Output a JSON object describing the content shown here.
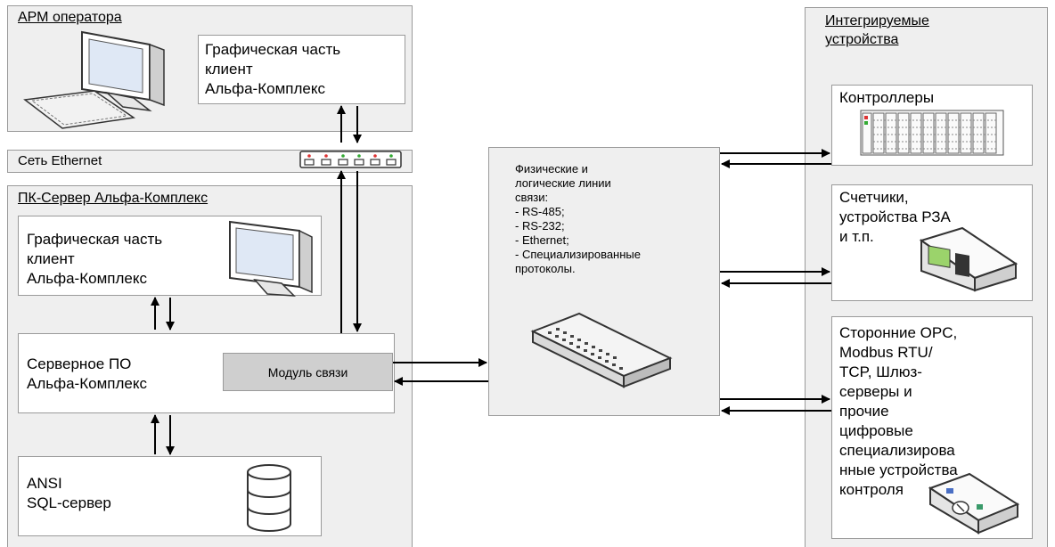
{
  "arm": {
    "title": "АРМ оператора",
    "client_box": "Графическая часть\nклиент\nАльфа-Комплекс"
  },
  "ethernet": {
    "label": "Сеть Ethernet"
  },
  "server": {
    "title": "ПК-Сервер Альфа-Комплекс",
    "client_box": "Графическая часть\nклиент\nАльфа-Комплекс",
    "server_box": "Серверное ПО\nАльфа-Комплекс",
    "module": "Модуль связи",
    "sql_box": "ANSI\nSQL-сервер"
  },
  "links": {
    "text": "Физические и\nлогические линии\nсвязи:\n- RS-485;\n- RS-232;\n- Ethernet;\n- Специализированные\nпротоколы."
  },
  "devices": {
    "title_line1": "Интегрируемые",
    "title_line2": "устройства",
    "controllers": "Контроллеры",
    "meters": "Счетчики,\nустройства РЗА\nи т.п.",
    "thirdparty": "Сторонние OPC,\nModbus RTU/\nTCP, Шлюз-\nсерверы и\nпрочие\nцифровые\nспециализирова\nнные устройства\nконтроля"
  },
  "colors": {
    "panel_grey": "#efefef",
    "border": "#9a9a9a",
    "module_fill": "#cfcfcf",
    "monitor_screen": "#dfe8f5"
  }
}
